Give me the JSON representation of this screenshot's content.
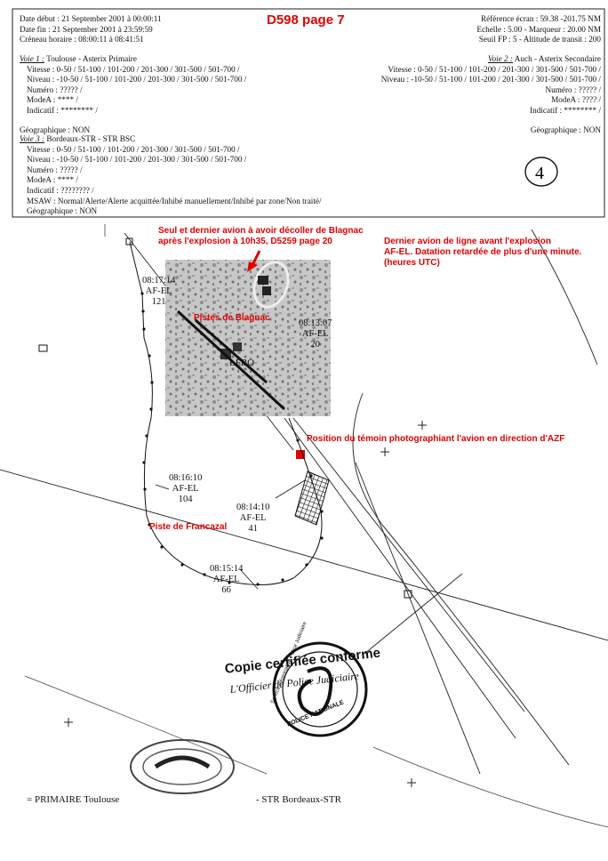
{
  "header": {
    "title": "D598 page 7",
    "date_debut": "Date début : 21 September 2001 à 00:00:11",
    "date_fin": "Date fin : 21 September 2001 à 23:59:59",
    "creneau": "Créneau horaire : 08:00:11 à 08:41:51",
    "ref_ecran": "Référence écran :   59.38  -201.75 NM",
    "echelle": "Echelle :    5.00 - Marqueur :    20.00 NM",
    "seuil": "Seuil FP : 5 - Altitude de transit : 200",
    "voie1": {
      "title": "Voie 1 :",
      "name": "Toulouse - Asterix Primaire",
      "vitesse": "Vitesse : 0-50 / 51-100 / 101-200 / 201-300 / 301-500 / 501-700 /",
      "niveau": "Niveau : -10-50 / 51-100 / 101-200 / 201-300 / 301-500 / 501-700 /",
      "numero": "Numéro : ????? /",
      "modea": "ModeA : **** /",
      "indicatif": "Indicatif : ******** /",
      "geographique": "Géographique : NON"
    },
    "voie2": {
      "title": "Voie 2 :",
      "name": "Auch - Asterix Secondaire",
      "vitesse": "Vitesse : 0-50 / 51-100 / 101-200 / 201-300 / 301-500 / 501-700 /",
      "niveau": "Niveau : -10-50 / 51-100 / 101-200 / 201-300 / 301-500 / 501-700 /",
      "numero": "Numéro : ????? /",
      "modea": "ModeA : ???? /",
      "indicatif": "Indicatif : ******** /",
      "geographique": "Géographique : NON"
    },
    "voie3": {
      "title": "Voie 3 :",
      "name": "Bordeaux-STR - STR BSC",
      "vitesse": "Vitesse : 0-50 / 51-100 / 101-200 / 201-300 / 301-500 / 501-700 /",
      "niveau": "Niveau : -10-50 / 51-100 / 101-200 / 201-300 / 301-500 / 501-700 /",
      "numero": "Numéro : ????? /",
      "modea": "ModeA : **** /",
      "indicatif": "Indicatif : ???????? /",
      "msaw": "MSAW  : Normal/Alerte/Alerte acquittée/Inhibé manuellement/Inhibé par zone/Non traité/",
      "geographique": "Géographique : NON"
    },
    "handwritten_number": "4"
  },
  "annotations": {
    "seul_avion": "Seul et dernier avion à avoir décoller de Blagnac",
    "seul_avion_2": "après l'explosion à 10h35, D5259 page 20",
    "dernier_avion": "Dernier avion de ligne avant l'explosion",
    "dernier_avion_2": "AF-EL. Datation retardée de plus d'une minute.",
    "dernier_avion_3": "(heures UTC)",
    "pistes_blagnac": "Pistes de Blagnac",
    "position_temoin": "Position du témoin photographiant l'avion en direction d'AZF",
    "piste_francazal": "Piste de Francazal"
  },
  "map": {
    "lfbo": "LFBO",
    "labels": [
      {
        "time": "08:17:14",
        "id": "AF-EL",
        "level": "121"
      },
      {
        "time": "08:13:07",
        "id": "AF-EL",
        "level": "20"
      },
      {
        "time": "08:16:10",
        "id": "AF-EL",
        "level": "104"
      },
      {
        "time": "08:14:10",
        "id": "AF-EL",
        "level": "41"
      },
      {
        "time": "08:15:14",
        "id": "AF-EL",
        "level": "66"
      }
    ]
  },
  "stamps": {
    "copie": "Copie certifiée conforme",
    "officier": "L'Officier de Police Judiciaire",
    "police": "POLICE NATIONALE",
    "service": "Service Régional de Police Judiciaire"
  },
  "footer": {
    "primaire": "= PRIMAIRE Toulouse",
    "str": "- STR Bordeaux-STR"
  }
}
